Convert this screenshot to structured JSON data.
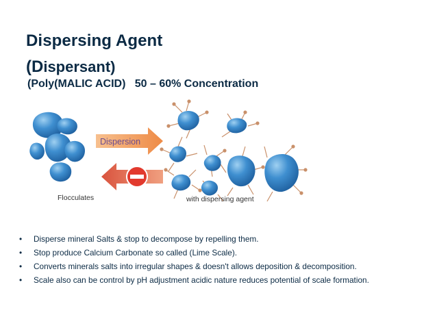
{
  "slide": {
    "title_line1": "Dispersing Agent",
    "title_line2_first": "(D",
    "title_line2_rest": "ispersant)",
    "subtitle": "(Poly(MALIC ACID)   50 – 60% Concentration"
  },
  "figure": {
    "arrow_label": "Dispersion",
    "left_caption": "Flocculates",
    "right_caption": "with dispersing agent",
    "colors": {
      "particle": "#2f7fc3",
      "particle_light": "#8cc3ea",
      "arrow_orange": "#f4a66a",
      "arrow_red": "#d9533e",
      "stop_red": "#e23a2e",
      "tentacle": "#c9906a",
      "label": "#6b4b8e"
    }
  },
  "bullets": [
    "Disperse mineral Salts & stop to decompose by repelling them.",
    "Stop produce Calcium Carbonate so called (Lime Scale).",
    "Converts minerals salts into irregular shapes & doesn't allows deposition & decomposition.",
    "Scale also can be control by pH adjustment acidic nature reduces potential of scale formation."
  ],
  "bullet_glyph": "•"
}
